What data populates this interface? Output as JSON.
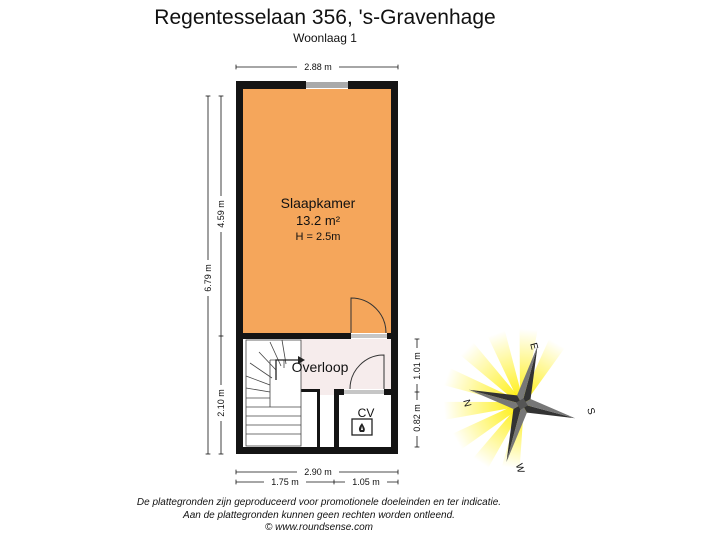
{
  "header": {
    "title": "Regentesselaan 356, 's-Gravenhage",
    "subtitle": "Woonlaag 1"
  },
  "rooms": {
    "bedroom": {
      "name": "Slaapkamer",
      "area": "13.2 m²",
      "height": "H = 2.5m"
    },
    "landing": {
      "name": "Overloop"
    },
    "boiler": {
      "name": "CV"
    }
  },
  "dimensions": {
    "top_width": "2.88 m",
    "bottom_total": "2.90 m",
    "bottom_left": "1.75 m",
    "bottom_right": "1.05 m",
    "left_total": "6.79 m",
    "left_upper": "4.59 m",
    "left_lower": "2.10 m",
    "right_upper": "1.01 m",
    "right_lower": "0.82 m"
  },
  "compass": {
    "north": "N",
    "east": "E",
    "south": "S",
    "west": "W"
  },
  "footer": {
    "line1": "De plattegronden zijn geproduceerd voor promotionele doeleinden en ter indicatie.",
    "line2": "Aan de plattegronden kunnen geen rechten worden ontleend.",
    "line3": "© www.roundsense.com"
  },
  "colors": {
    "bedroom_fill": "#f5a65b",
    "landing_fill": "#f6ecec",
    "wall": "#141414",
    "sun_yellow": "#ffee00"
  }
}
